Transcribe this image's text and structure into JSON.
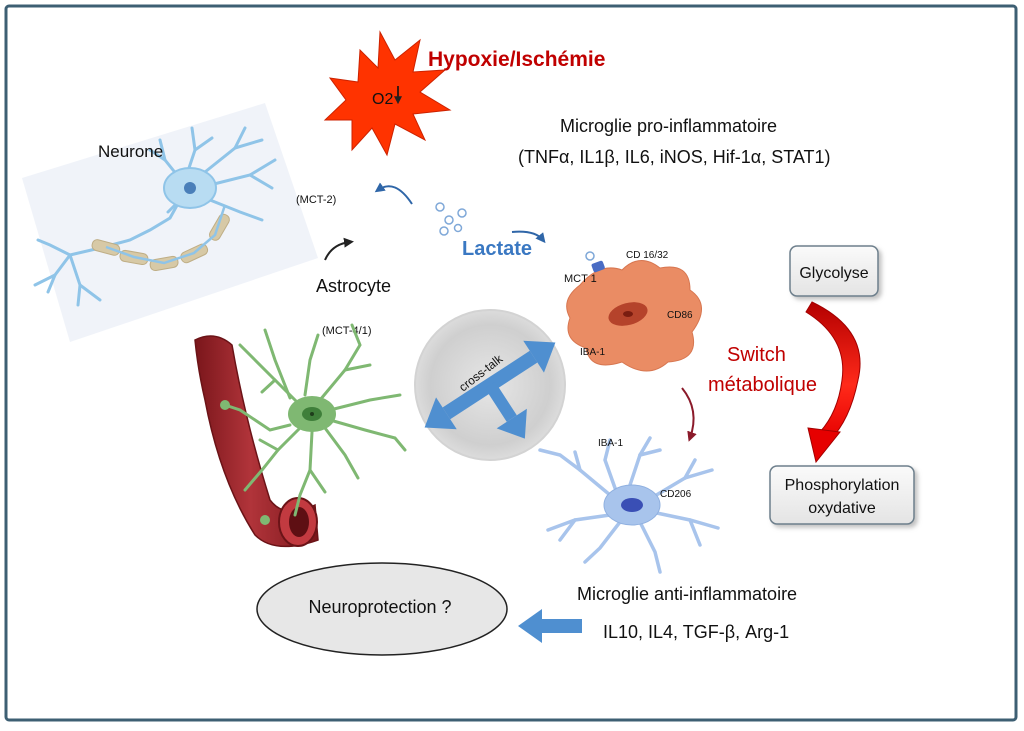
{
  "title": "Hypoxie/Ischémie",
  "oxygen_label": "O2",
  "neuron": {
    "label": "Neurone",
    "transporter": "(MCT-2)"
  },
  "astrocyte": {
    "label": "Astrocyte",
    "transporter": "(MCT-4/1)"
  },
  "lactate_label": "Lactate",
  "crosstalk_label": "cross-talk",
  "pro_inflammatory": {
    "title": "Microglie pro-inflammatoire",
    "markers_text": "(TNFα, IL1β, IL6, iNOS, Hif-1α, STAT1)",
    "cell_markers": {
      "top": "CD 16/32",
      "mct": "MCT 1",
      "right": "CD86",
      "bottom": "IBA-1"
    }
  },
  "switch_label": {
    "line1": "Switch",
    "line2": "métabolique"
  },
  "glycolysis_box": "Glycolyse",
  "oxphos_box": {
    "line1": "Phosphorylation",
    "line2": "oxydative"
  },
  "anti_inflammatory": {
    "title": "Microglie anti-inflammatoire",
    "markers_text": "IL10, IL4, TGF-β, Arg-1",
    "cell_markers": {
      "top": "IBA-1",
      "right": "CD206"
    }
  },
  "neuroprotection_label": "Neuroprotection ?",
  "colors": {
    "hypoxia_red": "#c00000",
    "starburst": "#ff3300",
    "lactate_blue": "#3a78c2",
    "arrow_blue": "#4f8fd0",
    "border": "#3d5f73",
    "pro_cell": "#ea8c64",
    "anti_cell": "#a8c4ec",
    "astrocyte": "#7fb872",
    "vessel": "#9b2227",
    "neuron": "#b8dcf2"
  }
}
